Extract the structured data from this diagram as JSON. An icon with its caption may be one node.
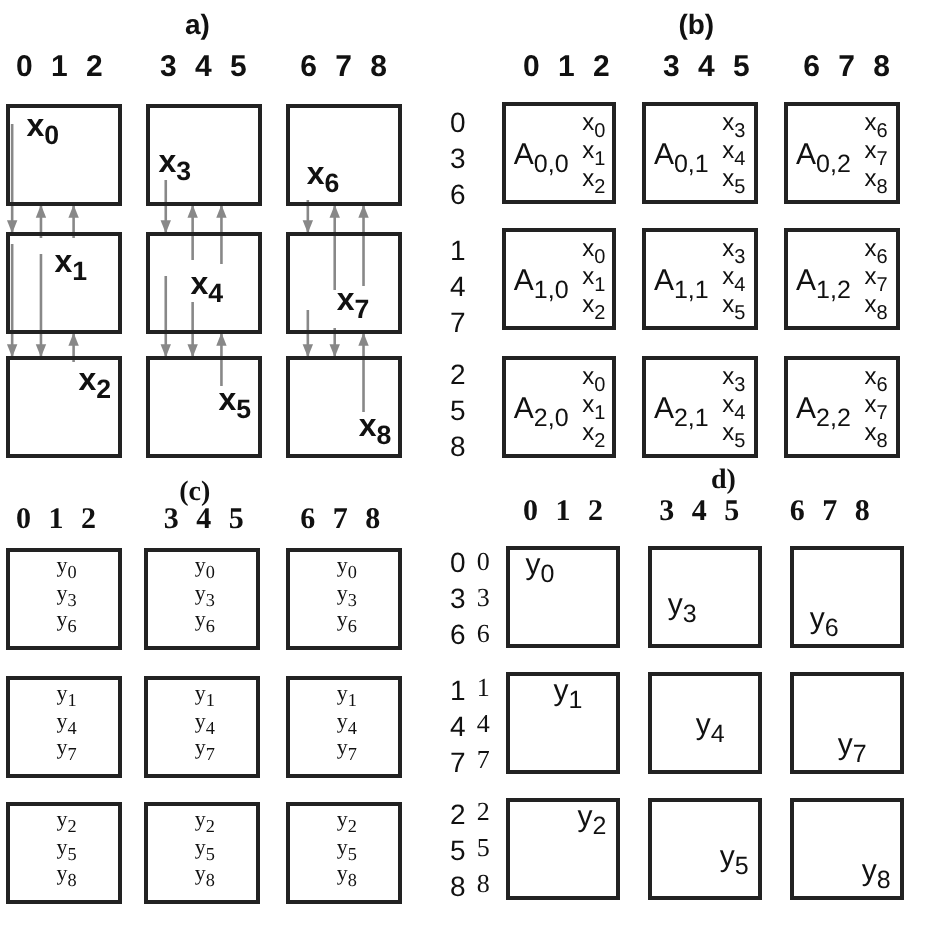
{
  "diagram": {
    "nodes": [
      {
        "text": [
          "x$_{0}$"
        ]
      },
      {
        "text": [
          "x$_{3}$"
        ]
      },
      {
        "text": [
          "x$_{6}$"
        ]
      },
      {
        "text": [
          "x$_{1}$"
        ]
      },
      {
        "text": [
          "x$_{4}$"
        ]
      },
      {
        "text": [
          "x$_{7}$"
        ]
      },
      {
        "text": [
          "x$_{2}$"
        ]
      },
      {
        "text": [
          "x$_{5}$"
        ]
      },
      {
        "text": [
          "x$_{8}$"
        ]
      },
      {
        "text": [
          "A$_{0,0}$",
          "x$_{0}$ x$_{1}$ x$_{2}$"
        ]
      },
      {
        "text": [
          "A$_{0,1}$",
          "x$_{3}$ x$_{4}$ x$_{5}$"
        ]
      },
      {
        "text": [
          "A$_{0,2}$",
          "x$_{6}$ x$_{7}$ x$_{8}$"
        ]
      },
      {
        "text": [
          "A$_{1,0}$",
          "x$_{0}$ x$_{1}$ x$_{2}$"
        ]
      },
      {
        "text": [
          "A$_{1,1}$",
          "x$_{3}$ x$_{4}$ x$_{5}$"
        ]
      },
      {
        "text": [
          "A$_{1,2}$",
          "x$_{6}$ x$_{7}$ x$_{8}$"
        ]
      },
      {
        "text": [
          "A$_{2,0}$",
          "x$_{0}$ x$_{1}$ x$_{2}$"
        ]
      },
      {
        "text": [
          "A$_{2,1}$",
          "x$_{3}$ x$_{4}$ x$_{5}$"
        ]
      },
      {
        "text": [
          "A$_{2,2}$",
          "x$_{6}$ x$_{7}$ x$_{8}$"
        ]
      },
      {
        "text": [
          "y$_{0}$ y$_{3}$ y$_{6}$"
        ]
      },
      {
        "text": [
          "y$_{0}$ y$_{3}$ y$_{6}$"
        ]
      },
      {
        "text": [
          "y$_{0}$ y$_{3}$ y$_{6}$"
        ]
      },
      {
        "text": [
          "y$_{1}$ y$_{4}$ y$_{7}$"
        ]
      },
      {
        "text": [
          "y$_{1}$ y$_{4}$ y$_{7}$"
        ]
      },
      {
        "text": [
          "y$_{1}$ y$_{4}$ y$_{7}$"
        ]
      },
      {
        "text": [
          "y$_{2}$ y$_{5}$ y$_{8}$"
        ]
      },
      {
        "text": [
          "y$_{2}$ y$_{5}$ y$_{8}$"
        ]
      },
      {
        "text": [
          "y$_{2}$ y$_{5}$ y$_{8}$"
        ]
      },
      {
        "text": [
          "y$_{0}$"
        ]
      },
      {
        "text": [
          "y$_{3}$"
        ]
      },
      {
        "text": [
          "y$_{6}$"
        ]
      },
      {
        "text": [
          "y$_{1}$"
        ]
      },
      {
        "text": [
          "y$_{4}$"
        ]
      },
      {
        "text": [
          "y$_{7}$"
        ]
      },
      {
        "text": [
          "y$_{2}$"
        ]
      },
      {
        "text": [
          "y$_{5}$"
        ]
      },
      {
        "text": [
          "y$_{8}$"
        ]
      }
    ],
    "edges": [
      {
        "from": 0,
        "to": 3,
        "arrow": "to"
      },
      {
        "from": 3,
        "to": 6,
        "arrow": "to"
      },
      {
        "from": 3,
        "to": 0,
        "arrow": "to"
      },
      {
        "from": 3,
        "to": 6,
        "arrow": "to"
      },
      {
        "from": 6,
        "to": 3,
        "arrow": "to"
      },
      {
        "from": 3,
        "to": 0,
        "arrow": "to"
      },
      {
        "from": 1,
        "to": 4,
        "arrow": "to"
      },
      {
        "from": 4,
        "to": 7,
        "arrow": "to"
      },
      {
        "from": 4,
        "to": 1,
        "arrow": "to"
      },
      {
        "from": 4,
        "to": 7,
        "arrow": "to"
      },
      {
        "from": 7,
        "to": 4,
        "arrow": "to"
      },
      {
        "from": 4,
        "to": 1,
        "arrow": "to"
      },
      {
        "from": 2,
        "to": 5,
        "arrow": "to"
      },
      {
        "from": 5,
        "to": 8,
        "arrow": "to"
      },
      {
        "from": 5,
        "to": 2,
        "arrow": "to"
      },
      {
        "from": 5,
        "to": 8,
        "arrow": "to"
      },
      {
        "from": 8,
        "to": 5,
        "arrow": "to"
      },
      {
        "from": 5,
        "to": 2,
        "arrow": "to"
      }
    ],
    "labels": [
      "a)",
      "0 1 2",
      "3 4 5",
      "6 7 8",
      "0 3 6",
      "1 4 7",
      "2 5 8",
      "(b)",
      "0 1 2",
      "3 4 5",
      "6 7 8",
      "(c)",
      "0 1 2",
      "3 4 5",
      "6 7 8",
      "0 3 6",
      "1 4 7",
      "2 5 8",
      "d)",
      "0 1 2",
      "3 4 5",
      "6 7 8",
      "0 3 6",
      "1 4 7",
      "2 5 8"
    ]
  }
}
